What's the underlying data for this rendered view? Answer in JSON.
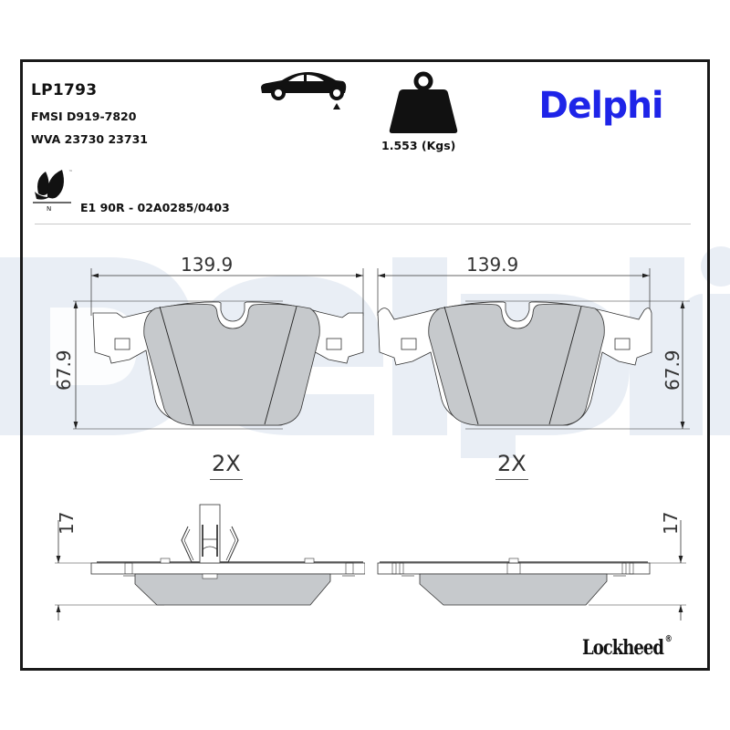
{
  "product": {
    "part_number": "LP1793",
    "fmsi": "FMSI D919-7820",
    "wva": "WVA 23730 23731",
    "approval_code": "E1 90R - 02A0285/0403",
    "weight": "1.553 (Kgs)",
    "axle_icon": "car-rear-axle-icon",
    "weight_icon": "weight-icon",
    "eco_icon": "leaf-n-icon",
    "eco_icon_mark": "N",
    "eco_icon_tm": "™"
  },
  "brand": {
    "name": "Delphi",
    "color": "#1e24e8",
    "watermark_color": "#e9eef5"
  },
  "footer_brand": {
    "name": "Lockheed",
    "mark": "®"
  },
  "drawing": {
    "front_view": [
      {
        "width_label": "139.9",
        "height_label": "67.9",
        "qty_label": "2X"
      },
      {
        "width_label": "139.9",
        "height_label": "67.9",
        "qty_label": "2X"
      }
    ],
    "side_view": [
      {
        "thickness_label": "17",
        "has_wear_clip": true
      },
      {
        "thickness_label": "17",
        "has_wear_clip": false
      }
    ],
    "pad_fill_color": "#c6c9cc",
    "line_color": "#333333"
  }
}
